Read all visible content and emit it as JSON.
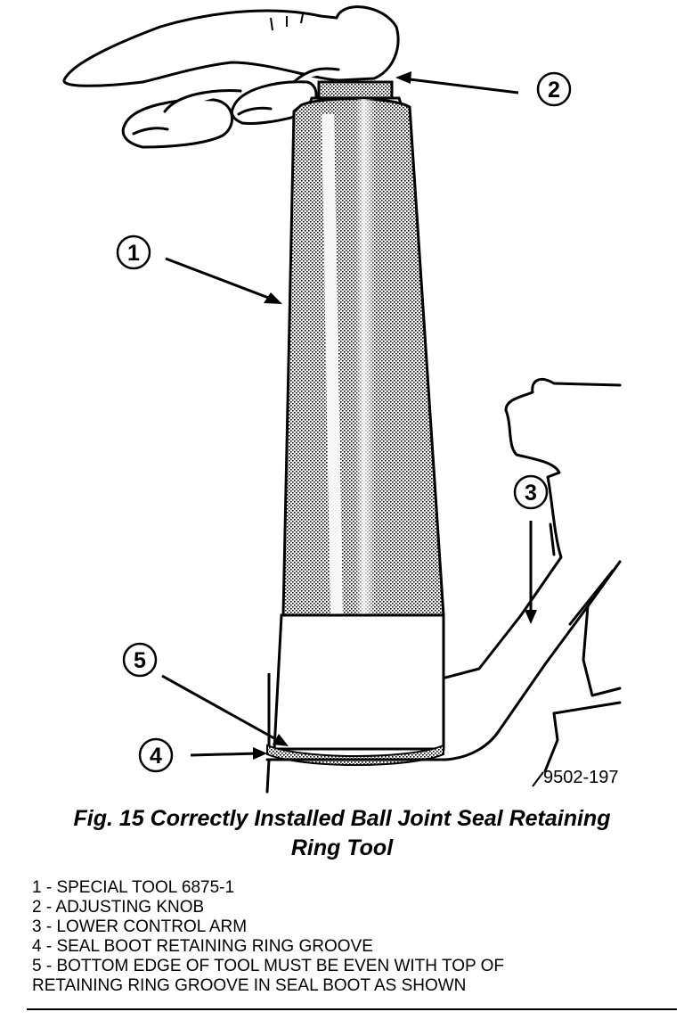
{
  "figure": {
    "callouts": [
      "1",
      "2",
      "3",
      "4",
      "5"
    ],
    "figure_id": "9502-197"
  },
  "caption": {
    "line1": "Fig. 15 Correctly Installed Ball Joint Seal Retaining",
    "line2": "Ring Tool"
  },
  "legend": [
    "1 - SPECIAL TOOL 6875-1",
    "2 - ADJUSTING KNOB",
    "3 - LOWER CONTROL ARM",
    "4 - SEAL BOOT RETAINING RING GROOVE",
    "5 - BOTTOM EDGE OF TOOL MUST BE EVEN WITH TOP OF",
    "RETAINING RING GROOVE IN SEAL BOOT AS SHOWN"
  ]
}
